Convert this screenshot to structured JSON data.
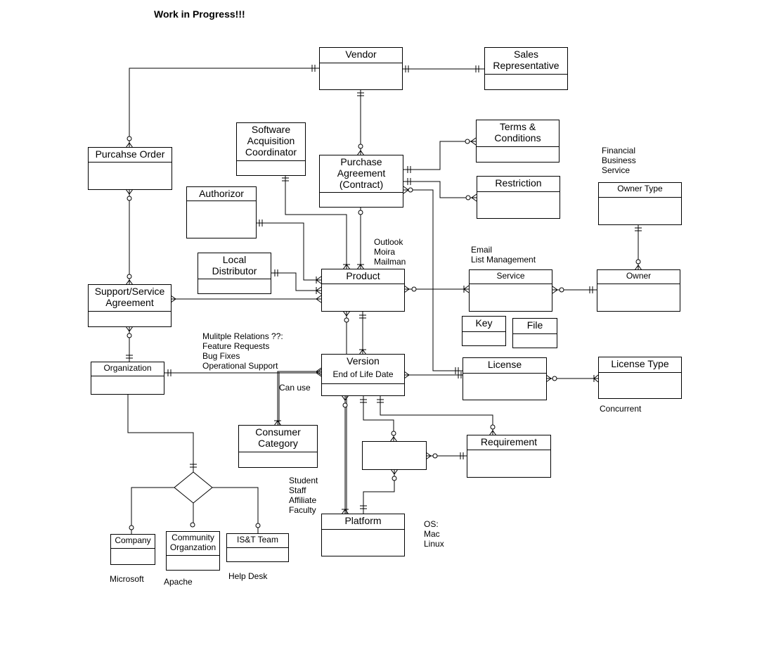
{
  "title": "Work in Progress!!!",
  "entities": {
    "vendor": "Vendor",
    "sales_rep": "Sales\nRepresentative",
    "purchase_order": "Purcahse Order",
    "software_acq": "Software\nAcquisition\nCoordinator",
    "purchase_agreement": "Purchase\nAgreement\n(Contract)",
    "terms": "Terms &\nConditions",
    "restriction": "Restriction",
    "authorizor": "Authorizor",
    "local_distributor": "Local\nDistributor",
    "product": "Product",
    "service": "Service",
    "owner": "Owner",
    "owner_type": "Owner Type",
    "support_agreement": "Support/Service\nAgreement",
    "key": "Key",
    "file": "File",
    "organization": "Organization",
    "version": "Version",
    "version_attr": "End of Life Date",
    "license": "License",
    "license_type": "License Type",
    "consumer_category": "Consumer\nCategory",
    "unnamed_entity": "",
    "requirement": "Requirement",
    "platform": "Platform",
    "company": "Company",
    "community_org": "Community\nOrganzation",
    "ist_team": "IS&T Team"
  },
  "notes": {
    "financial": "Financial\nBusiness\nService",
    "outlook": "Outlook\nMoira\nMailman",
    "email": "Email\nList Management",
    "multiple": "Mulitple Relations ??:\nFeature Requests\nBug Fixes\nOperational Support",
    "can_use": "Can use",
    "concurrent": "Concurrent",
    "student": "Student\nStaff\nAffiliate\nFaculty",
    "os": "OS:\nMac\nLinux",
    "microsoft": "Microsoft",
    "apache": "Apache",
    "help_desk": "Help Desk"
  }
}
